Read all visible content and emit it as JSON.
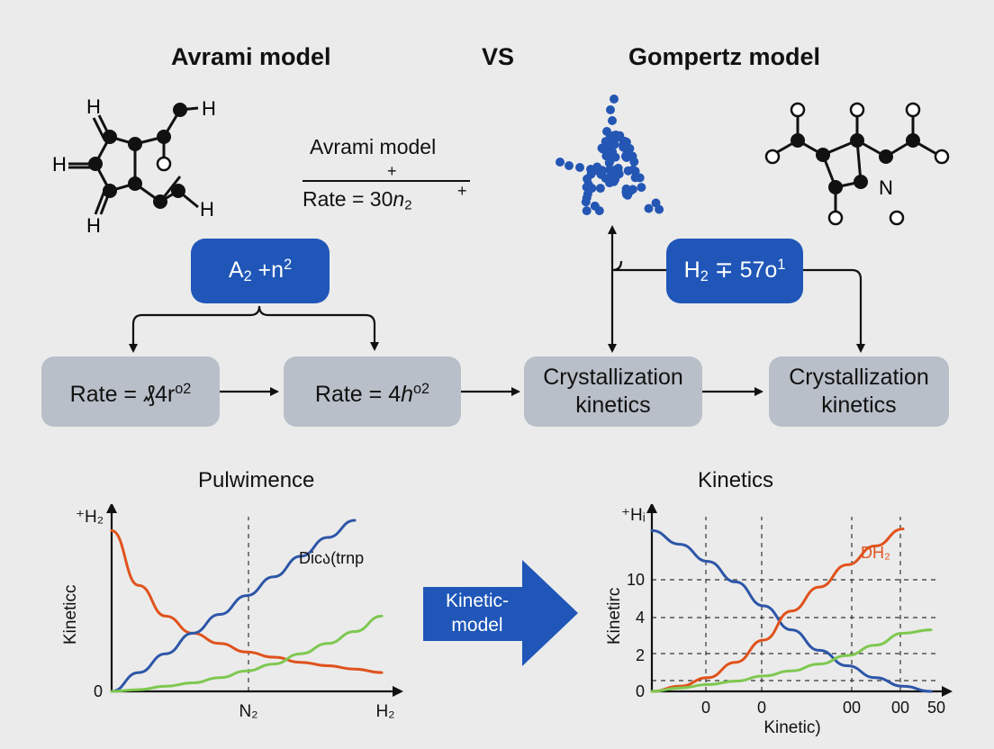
{
  "header": {
    "left_title": "Avrami model",
    "vs": "VS",
    "right_title": "Gompertz model"
  },
  "formula": {
    "top": "Avrami model",
    "plus": "+",
    "rate_prefix": "Rate = 30",
    "rate_var": "n",
    "rate_sub": "2",
    "rate_plus": "+"
  },
  "molecule_left": {
    "labels": [
      "H",
      "H",
      "H",
      "H",
      "H"
    ]
  },
  "molecule_right": {
    "labels": [
      "N"
    ]
  },
  "flow": {
    "left_blue": {
      "base": "A",
      "sub": "2",
      "mid": " +n",
      "sup": "2"
    },
    "right_blue": {
      "base": "H",
      "sub": "2",
      "mid": " ∓ 57o",
      "sup": "1"
    },
    "box1": {
      "text": "Rate = ₰4r",
      "sup": "o2"
    },
    "box2": {
      "text": "Rate  = 4",
      "var": "h",
      "sup": "o2"
    },
    "box3": "Crystallization\nkinetics",
    "box4": "Crystallization\nkinetics",
    "center_arrow": "Kinetic-\nmodel"
  },
  "chart_left_title": "Pulwimence",
  "chart_right_title": "Kinetics",
  "colors": {
    "blue_box": "#1f56b8",
    "grey_box": "#b9bfc9",
    "line_blue": "#2d56a8",
    "line_red": "#e0521c",
    "line_green": "#7ec850",
    "molecule_blue": "#2456b4"
  },
  "chart_data": [
    {
      "type": "line",
      "title": "Pulwimence",
      "ylabel": "Kineticc",
      "y_top_label": "⁺H₂",
      "origin_label": "0",
      "x_tick_labels": [
        "N₂",
        "H₂"
      ],
      "x": [
        0,
        1,
        2,
        3,
        4,
        5,
        6,
        7,
        8,
        9,
        10
      ],
      "xlim": [
        0,
        10
      ],
      "ylim": [
        0,
        10
      ],
      "annotation": "Dicა(trnp",
      "series": [
        {
          "color": "#e0521c",
          "values": [
            9.4,
            6.2,
            4.4,
            3.4,
            2.8,
            2.3,
            2.0,
            1.7,
            1.5,
            1.3,
            1.1
          ]
        },
        {
          "color": "#2d56a8",
          "values": [
            0.0,
            1.1,
            2.2,
            3.4,
            4.5,
            5.6,
            6.7,
            7.9,
            9.0,
            10.0,
            null
          ]
        },
        {
          "color": "#7ec850",
          "values": [
            0.0,
            0.1,
            0.3,
            0.5,
            0.8,
            1.2,
            1.6,
            2.2,
            2.8,
            3.5,
            4.4
          ]
        }
      ]
    },
    {
      "type": "line",
      "title": "Kinetics",
      "ylabel": "Kinetirc",
      "xlabel": "Kinetic)",
      "y_top_label": "⁺Hᵢ",
      "y_tick_labels": [
        "0",
        "2",
        "4",
        "10"
      ],
      "x_tick_labels": [
        "0",
        "0",
        "00",
        "00",
        "50"
      ],
      "annotation": "DH₂",
      "x": [
        0,
        1,
        2,
        3,
        4,
        5,
        6,
        7,
        8,
        9,
        10
      ],
      "xlim": [
        0,
        10
      ],
      "ylim": [
        0,
        10
      ],
      "series": [
        {
          "color": "#2d56a8",
          "values": [
            9.4,
            8.6,
            7.6,
            6.4,
            5.0,
            3.6,
            2.4,
            1.5,
            0.8,
            0.3,
            0.0
          ]
        },
        {
          "color": "#e0521c",
          "values": [
            0.0,
            0.3,
            0.8,
            1.7,
            3.0,
            4.7,
            6.1,
            7.4,
            8.5,
            9.5,
            null
          ]
        },
        {
          "color": "#7ec850",
          "values": [
            0.0,
            0.2,
            0.4,
            0.6,
            0.9,
            1.2,
            1.6,
            2.1,
            2.7,
            3.4,
            3.6
          ]
        }
      ]
    }
  ]
}
